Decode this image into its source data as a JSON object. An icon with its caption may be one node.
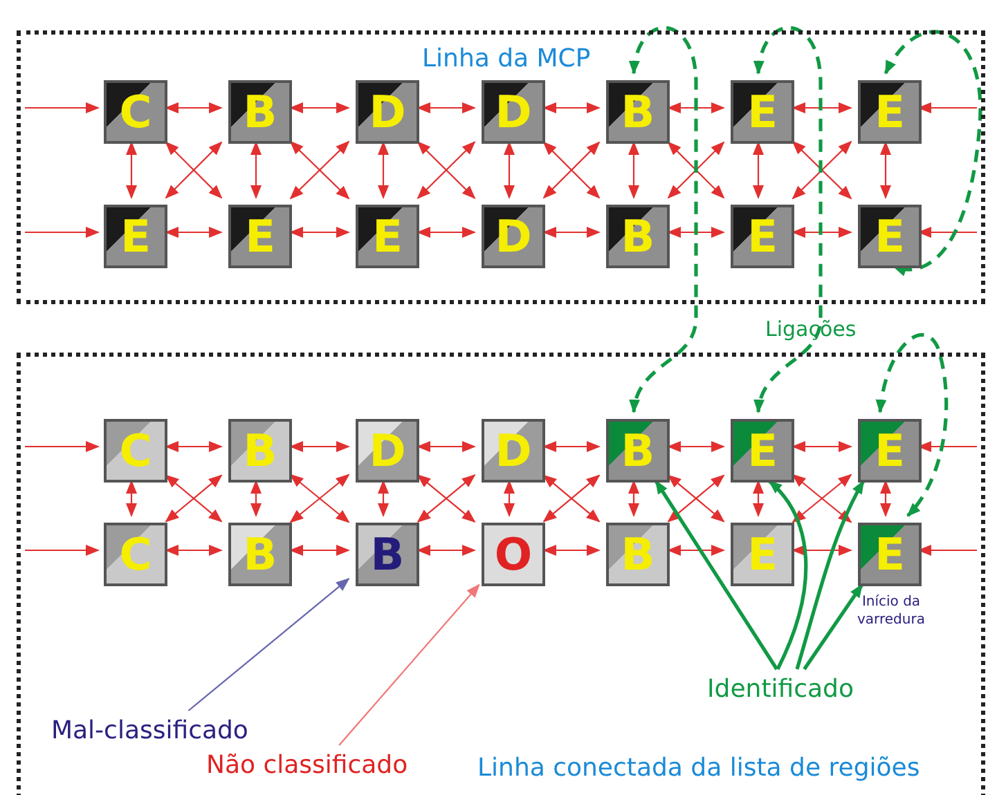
{
  "diagram": {
    "nodes": [
      {
        "text": [
          "Linha da MCP"
        ]
      },
      {
        "text": [
          "C"
        ],
        "in": 0
      },
      {
        "text": [
          "B"
        ],
        "in": 0
      },
      {
        "text": [
          "D"
        ],
        "in": 0
      },
      {
        "text": [
          "D"
        ],
        "in": 0
      },
      {
        "text": [
          "B"
        ],
        "in": 0
      },
      {
        "text": [
          "E"
        ],
        "in": 0
      },
      {
        "text": [
          "E"
        ],
        "in": 0
      },
      {
        "text": [
          "E"
        ],
        "in": 0
      },
      {
        "text": [
          "E"
        ],
        "in": 0
      },
      {
        "text": [
          "E"
        ],
        "in": 0
      },
      {
        "text": [
          "D"
        ],
        "in": 0
      },
      {
        "text": [
          "B"
        ],
        "in": 0
      },
      {
        "text": [
          "E"
        ],
        "in": 0
      },
      {
        "text": [
          "E"
        ],
        "in": 0
      },
      {
        "text": [
          "Linha conectada da lista de regiões"
        ]
      },
      {
        "text": [
          "C"
        ],
        "in": 15
      },
      {
        "text": [
          "B"
        ],
        "in": 15
      },
      {
        "text": [
          "D"
        ],
        "in": 15
      },
      {
        "text": [
          "D"
        ],
        "in": 15
      },
      {
        "text": [
          "B"
        ],
        "in": 15
      },
      {
        "text": [
          "E"
        ],
        "in": 15
      },
      {
        "text": [
          "E"
        ],
        "in": 15
      },
      {
        "text": [
          "C"
        ],
        "in": 15
      },
      {
        "text": [
          "B"
        ],
        "in": 15
      },
      {
        "text": [
          "B"
        ],
        "in": 15
      },
      {
        "text": [
          "O"
        ],
        "in": 15
      },
      {
        "text": [
          "B"
        ],
        "in": 15
      },
      {
        "text": [
          "E"
        ],
        "in": 15
      },
      {
        "text": [
          "E"
        ],
        "in": 15,
        "beside": [
          "Início da varredura"
        ]
      },
      {
        "text": [
          "Mal-classificado"
        ],
        "in": 15
      },
      {
        "text": [
          "Não classificado"
        ],
        "in": 15
      },
      {
        "text": [
          "Identificado"
        ],
        "in": 15
      }
    ],
    "edges": [
      {
        "from": null,
        "to": 1,
        "arrow": "to"
      },
      {
        "from": 1,
        "to": 2,
        "arrow": "both"
      },
      {
        "from": 2,
        "to": 3,
        "arrow": "both"
      },
      {
        "from": 3,
        "to": 4,
        "arrow": "both"
      },
      {
        "from": 4,
        "to": 5,
        "arrow": "both"
      },
      {
        "from": 5,
        "to": 6,
        "arrow": "both"
      },
      {
        "from": 6,
        "to": 7,
        "arrow": "both"
      },
      {
        "from": null,
        "to": 7,
        "arrow": "to"
      },
      {
        "from": null,
        "to": 8,
        "arrow": "to"
      },
      {
        "from": 8,
        "to": 9,
        "arrow": "both"
      },
      {
        "from": 9,
        "to": 10,
        "arrow": "both"
      },
      {
        "from": 10,
        "to": 11,
        "arrow": "both"
      },
      {
        "from": 11,
        "to": 12,
        "arrow": "both"
      },
      {
        "from": 12,
        "to": 13,
        "arrow": "both"
      },
      {
        "from": 13,
        "to": 14,
        "arrow": "both"
      },
      {
        "from": null,
        "to": 14,
        "arrow": "to"
      },
      {
        "from": 1,
        "to": 8,
        "arrow": "both"
      },
      {
        "from": 2,
        "to": 9,
        "arrow": "both"
      },
      {
        "from": 3,
        "to": 10,
        "arrow": "both"
      },
      {
        "from": 4,
        "to": 11,
        "arrow": "both"
      },
      {
        "from": 5,
        "to": 12,
        "arrow": "both"
      },
      {
        "from": 6,
        "to": 13,
        "arrow": "both"
      },
      {
        "from": 7,
        "to": 14,
        "arrow": "both"
      },
      {
        "from": 1,
        "to": 9,
        "arrow": "both"
      },
      {
        "from": 8,
        "to": 2,
        "arrow": "both"
      },
      {
        "from": 2,
        "to": 10,
        "arrow": "both"
      },
      {
        "from": 9,
        "to": 3,
        "arrow": "both"
      },
      {
        "from": 3,
        "to": 11,
        "arrow": "both"
      },
      {
        "from": 10,
        "to": 4,
        "arrow": "both"
      },
      {
        "from": 4,
        "to": 12,
        "arrow": "both"
      },
      {
        "from": 11,
        "to": 5,
        "arrow": "both"
      },
      {
        "from": 5,
        "to": 13,
        "arrow": "both"
      },
      {
        "from": 12,
        "to": 6,
        "arrow": "both"
      },
      {
        "from": 6,
        "to": 14,
        "arrow": "both"
      },
      {
        "from": 13,
        "to": 7,
        "arrow": "both"
      },
      {
        "from": null,
        "to": 16,
        "arrow": "to"
      },
      {
        "from": 16,
        "to": 17,
        "arrow": "both"
      },
      {
        "from": 17,
        "to": 18,
        "arrow": "both"
      },
      {
        "from": 18,
        "to": 19,
        "arrow": "both"
      },
      {
        "from": 19,
        "to": 20,
        "arrow": "both"
      },
      {
        "from": 20,
        "to": 21,
        "arrow": "both"
      },
      {
        "from": 21,
        "to": 22,
        "arrow": "both"
      },
      {
        "from": null,
        "to": 22,
        "arrow": "to"
      },
      {
        "from": null,
        "to": 23,
        "arrow": "to"
      },
      {
        "from": 23,
        "to": 24,
        "arrow": "both"
      },
      {
        "from": 24,
        "to": 25,
        "arrow": "both"
      },
      {
        "from": 25,
        "to": 26,
        "arrow": "both"
      },
      {
        "from": 26,
        "to": 27,
        "arrow": "both"
      },
      {
        "from": 27,
        "to": 28,
        "arrow": "both"
      },
      {
        "from": 28,
        "to": 29,
        "arrow": "both"
      },
      {
        "from": null,
        "to": 29,
        "arrow": "to"
      },
      {
        "from": 16,
        "to": 23,
        "arrow": "both"
      },
      {
        "from": 17,
        "to": 24,
        "arrow": "both"
      },
      {
        "from": 18,
        "to": 25,
        "arrow": "both"
      },
      {
        "from": 19,
        "to": 26,
        "arrow": "both"
      },
      {
        "from": 20,
        "to": 27,
        "arrow": "both"
      },
      {
        "from": 21,
        "to": 28,
        "arrow": "both"
      },
      {
        "from": 22,
        "to": 29,
        "arrow": "both"
      },
      {
        "from": 16,
        "to": 24,
        "arrow": "both"
      },
      {
        "from": 23,
        "to": 17,
        "arrow": "both"
      },
      {
        "from": 17,
        "to": 25,
        "arrow": "both"
      },
      {
        "from": 24,
        "to": 18,
        "arrow": "both"
      },
      {
        "from": 18,
        "to": 26,
        "arrow": "both"
      },
      {
        "from": 25,
        "to": 19,
        "arrow": "both"
      },
      {
        "from": 19,
        "to": 27,
        "arrow": "both"
      },
      {
        "from": 26,
        "to": 20,
        "arrow": "both"
      },
      {
        "from": 20,
        "to": 28,
        "arrow": "both"
      },
      {
        "from": 27,
        "to": 21,
        "arrow": "both"
      },
      {
        "from": 21,
        "to": 29,
        "arrow": "both"
      },
      {
        "from": 28,
        "to": 22,
        "arrow": "both"
      },
      {
        "from": 5,
        "to": 20,
        "arrow": "both",
        "style": "dashed",
        "color": "#119944"
      },
      {
        "from": 6,
        "to": 21,
        "arrow": "both",
        "style": "dashed",
        "color": "#119944"
      },
      {
        "from": 7,
        "to": 14,
        "arrow": "both",
        "style": "dashed",
        "color": "#119944"
      },
      {
        "from": 22,
        "to": 29,
        "arrow": "both",
        "style": "dashed",
        "color": "#119944"
      },
      {
        "from": 30,
        "to": 25,
        "arrow": "to",
        "color": "#6666b0"
      },
      {
        "from": 31,
        "to": 26,
        "arrow": "to",
        "color": "#f07878"
      },
      {
        "from": 32,
        "to": 20,
        "arrow": "to",
        "style": "thick",
        "color": "#119944"
      },
      {
        "from": 32,
        "to": 21,
        "arrow": "to",
        "style": "thick",
        "color": "#119944"
      },
      {
        "from": 32,
        "to": 22,
        "arrow": "to",
        "style": "thick",
        "color": "#119944"
      },
      {
        "from": 32,
        "to": 29,
        "arrow": "to",
        "style": "thick",
        "color": "#119944"
      }
    ],
    "labels": [
      "Ligações"
    ]
  }
}
